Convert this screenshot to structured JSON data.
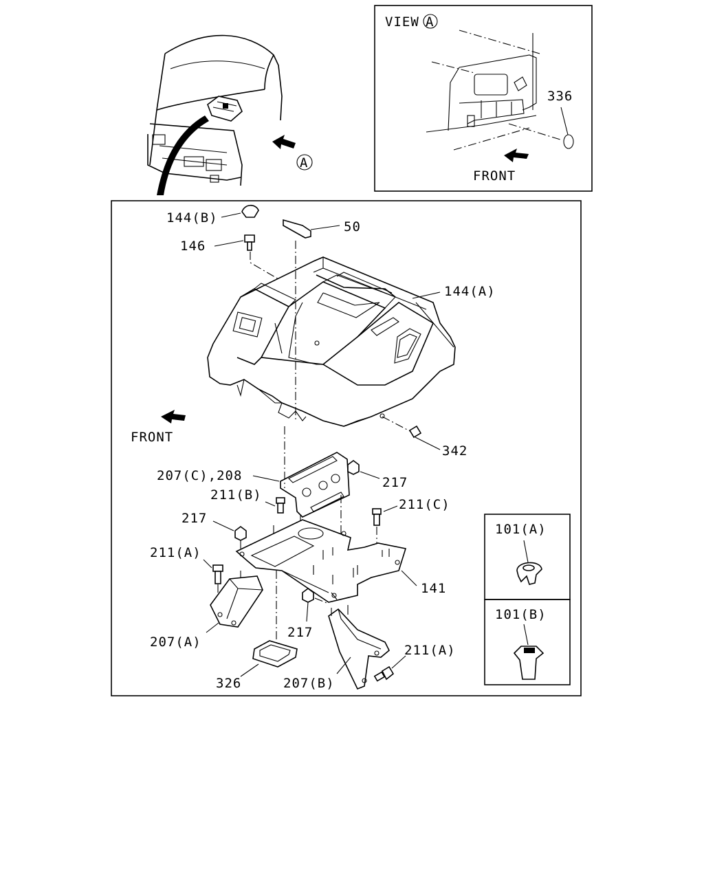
{
  "view_label": "VIEW",
  "view_marker": "A",
  "ref_marker": "A",
  "front_label_view": "FRONT",
  "front_label_main": "FRONT",
  "parts": {
    "p336": "336",
    "p144b": "144(B)",
    "p50": "50",
    "p146": "146",
    "p144a": "144(A)",
    "p342": "342",
    "p207c208": "207(C),208",
    "p217_top": "217",
    "p211b": "211(B)",
    "p211c": "211(C)",
    "p217_left": "217",
    "p211a_left": "211(A)",
    "p141": "141",
    "p217_bottom": "217",
    "p207a": "207(A)",
    "p326": "326",
    "p207b": "207(B)",
    "p211a_right": "211(A)",
    "p101a": "101(A)",
    "p101b": "101(B)"
  }
}
